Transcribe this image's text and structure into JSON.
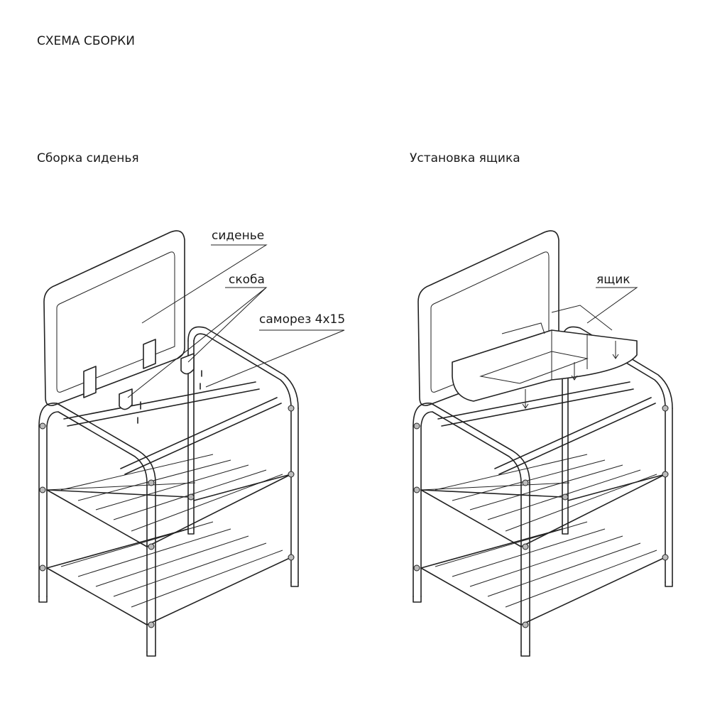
{
  "title": "СХЕМА СБОРКИ",
  "sections": [
    {
      "heading": "Сборка сиденья",
      "labels": {
        "seat": "сиденье",
        "bracket": "скоба",
        "screw": "саморез 4x15"
      }
    },
    {
      "heading": "Установка ящика",
      "labels": {
        "box": "ящик"
      }
    }
  ]
}
